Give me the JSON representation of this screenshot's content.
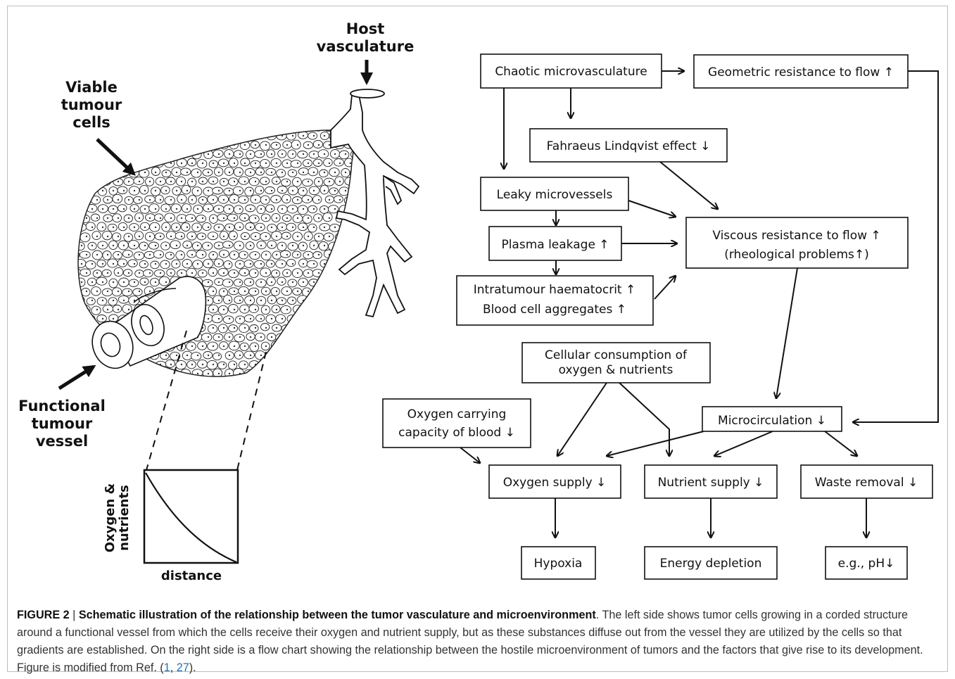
{
  "left_labels": {
    "host_line1": "Host",
    "host_line2": "vasculature",
    "viable_line1": "Viable",
    "viable_line2": "tumour",
    "viable_line3": "cells",
    "functional_line1": "Functional",
    "functional_line2": "tumour",
    "functional_line3": "vessel"
  },
  "inset_plot": {
    "ylabel_line1": "Oxygen &",
    "ylabel_line2": "nutrients",
    "xlabel": "distance"
  },
  "flow_boxes": {
    "chaotic": "Chaotic microvasculature",
    "geometric": "Geometric resistance to flow ↑",
    "fahraeus": "Fahraeus Lindqvist effect ↓",
    "leaky": "Leaky microvessels",
    "plasma": "Plasma leakage ↑",
    "viscous_line1": "Viscous resistance to flow ↑",
    "viscous_line2": "(rheological problems↑)",
    "haemato_line1": "Intratumour haematocrit ↑",
    "haemato_line2": "Blood cell aggregates ↑",
    "cellular_line1": "Cellular consumption of",
    "cellular_line2": "oxygen & nutrients",
    "oxcap_line1": "Oxygen carrying",
    "oxcap_line2": "capacity of blood ↓",
    "microcirc": "Microcirculation ↓",
    "oxsupply": "Oxygen supply ↓",
    "nutsupply": "Nutrient supply ↓",
    "waste": "Waste removal ↓",
    "hypoxia": "Hypoxia",
    "energy": "Energy depletion",
    "ph": "e.g., pH↓"
  },
  "caption": {
    "label": "FIGURE 2",
    "separator": " | ",
    "title": "Schematic illustration of the relationship between the tumor vasculature and microenvironment",
    "body": ". The left side shows tumor cells growing in a corded structure around a functional vessel from which the cells receive their oxygen and nutrient supply, but as these substances diffuse out from the vessel they are utilized by the cells so that gradients are established. On the right side is a flow chart showing the relationship between the hostile microenvironment of tumors and the factors that give rise to its development. Figure is modified from Ref. (",
    "ref1": "1",
    "ref_sep": ", ",
    "ref2": "27",
    "end": ")."
  }
}
